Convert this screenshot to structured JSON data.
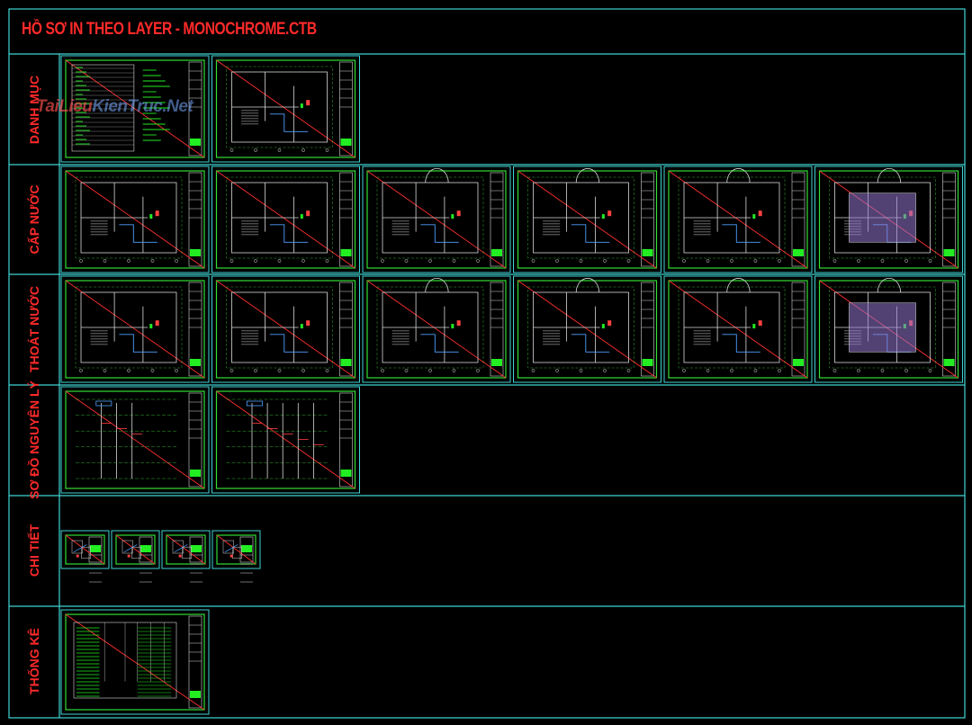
{
  "title": "HỒ SƠ IN THEO LAYER - MONOCHROME.CTB",
  "watermark": {
    "part1": "TaiLieu",
    "part2": "KienTruc.Net"
  },
  "rows": [
    {
      "label": "DANH MỤC",
      "sheet_count": 2,
      "kind": "list"
    },
    {
      "label": "CẤP NƯỚC",
      "sheet_count": 6,
      "kind": "plan"
    },
    {
      "label": "THOÁT NƯỚC",
      "sheet_count": 6,
      "kind": "plan"
    },
    {
      "label": "SƠ ĐỒ NGUYÊN LÝ",
      "sheet_count": 2,
      "kind": "diagram"
    },
    {
      "label": "CHI TIẾT",
      "sheet_count": 4,
      "kind": "detail"
    },
    {
      "label": "THỐNG KÊ",
      "sheet_count": 1,
      "kind": "table"
    }
  ],
  "colors": {
    "grid": "#3fd4d4",
    "sheet_border": "#33dd33",
    "title_red": "#ff2a2a",
    "drawing": "#d8d8d8",
    "accent_green": "#22ee22"
  }
}
